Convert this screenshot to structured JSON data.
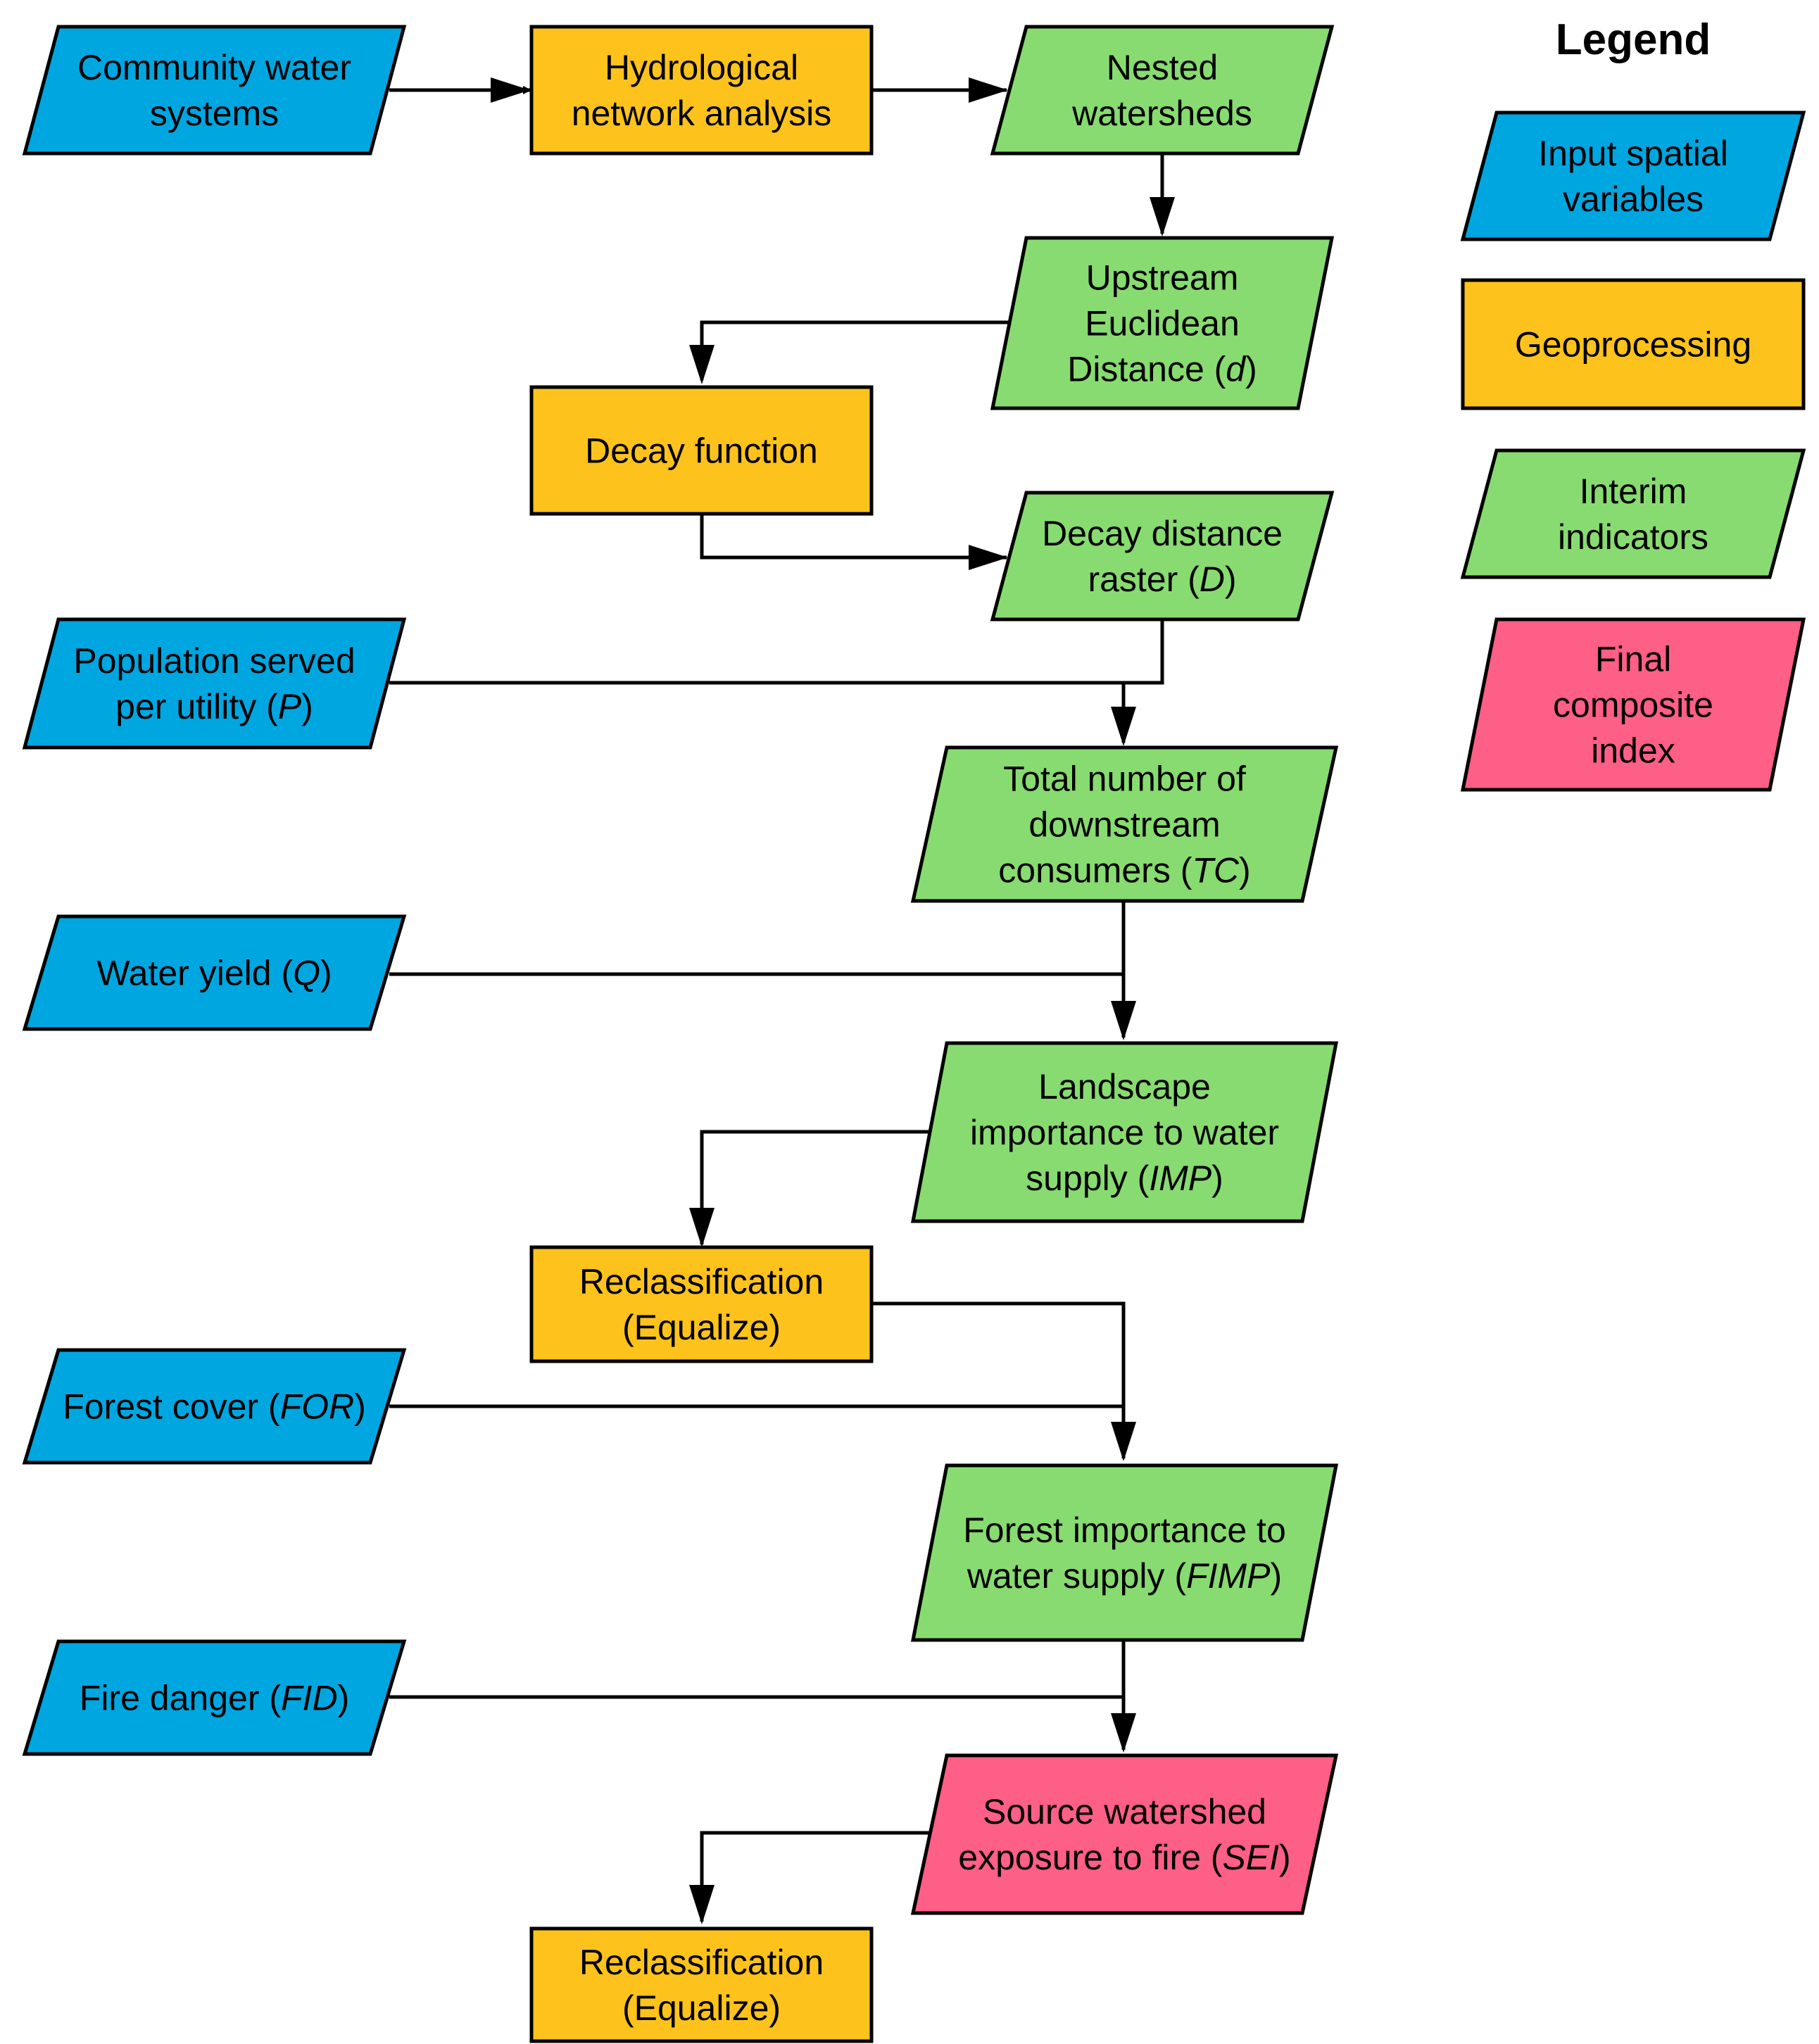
{
  "colors": {
    "input": "#00a6e0",
    "geoprocessing": "#fdc31c",
    "interim": "#88db70",
    "final": "#fe5f86",
    "stroke": "#000000"
  },
  "legend": {
    "title": "Legend",
    "items": [
      {
        "kind": "input",
        "shape": "parallelogram",
        "lines": [
          [
            "Input spatial"
          ],
          [
            "variables"
          ]
        ]
      },
      {
        "kind": "geoprocessing",
        "shape": "rectangle",
        "lines": [
          [
            "Geoprocessing"
          ]
        ]
      },
      {
        "kind": "interim",
        "shape": "parallelogram",
        "lines": [
          [
            "Interim"
          ],
          [
            "indicators"
          ]
        ]
      },
      {
        "kind": "final",
        "shape": "parallelogram",
        "lines": [
          [
            "Final"
          ],
          [
            "composite"
          ],
          [
            "index"
          ]
        ]
      }
    ]
  },
  "nodes": {
    "community_water_systems": {
      "kind": "input",
      "shape": "parallelogram",
      "lines": [
        [
          "Community water"
        ],
        [
          "systems"
        ]
      ]
    },
    "hydrological_network_analysis": {
      "kind": "geoprocessing",
      "shape": "rectangle",
      "lines": [
        [
          "Hydrological"
        ],
        [
          "network analysis"
        ]
      ]
    },
    "nested_watersheds": {
      "kind": "interim",
      "shape": "parallelogram",
      "lines": [
        [
          "Nested"
        ],
        [
          "watersheds"
        ]
      ]
    },
    "upstream_euclidean_distance": {
      "kind": "interim",
      "shape": "parallelogram",
      "lines": [
        [
          "Upstream"
        ],
        [
          "Euclidean"
        ],
        [
          "Distance (",
          "|d",
          ")"
        ]
      ]
    },
    "decay_function": {
      "kind": "geoprocessing",
      "shape": "rectangle",
      "lines": [
        [
          "Decay function"
        ]
      ]
    },
    "decay_distance_raster": {
      "kind": "interim",
      "shape": "parallelogram",
      "lines": [
        [
          "Decay distance"
        ],
        [
          "raster (",
          "|D",
          ")"
        ]
      ]
    },
    "population_served": {
      "kind": "input",
      "shape": "parallelogram",
      "lines": [
        [
          "Population served"
        ],
        [
          "per utility (",
          "|P",
          ")"
        ]
      ]
    },
    "total_downstream_consumers": {
      "kind": "interim",
      "shape": "parallelogram",
      "lines": [
        [
          "Total number of"
        ],
        [
          "downstream"
        ],
        [
          "consumers (",
          "|TC",
          ")"
        ]
      ]
    },
    "water_yield": {
      "kind": "input",
      "shape": "parallelogram",
      "lines": [
        [
          "Water yield (",
          "|Q",
          ")"
        ]
      ]
    },
    "landscape_importance": {
      "kind": "interim",
      "shape": "parallelogram",
      "lines": [
        [
          "Landscape"
        ],
        [
          "importance to water"
        ],
        [
          "supply (",
          "|IMP",
          ")"
        ]
      ]
    },
    "reclassification_1": {
      "kind": "geoprocessing",
      "shape": "rectangle",
      "lines": [
        [
          "Reclassification"
        ],
        [
          "(Equalize)"
        ]
      ]
    },
    "forest_cover": {
      "kind": "input",
      "shape": "parallelogram",
      "lines": [
        [
          "Forest cover (",
          "|FOR",
          ")"
        ]
      ]
    },
    "forest_importance": {
      "kind": "interim",
      "shape": "parallelogram",
      "lines": [
        [
          "Forest importance to"
        ],
        [
          "water supply (",
          "|FIMP",
          ")"
        ]
      ]
    },
    "fire_danger": {
      "kind": "input",
      "shape": "parallelogram",
      "lines": [
        [
          "Fire danger (",
          "|FID",
          ")"
        ]
      ]
    },
    "source_watershed_exposure": {
      "kind": "final",
      "shape": "parallelogram",
      "lines": [
        [
          "Source watershed"
        ],
        [
          "exposure to fire (",
          "|SEI",
          ")"
        ]
      ]
    },
    "reclassification_2": {
      "kind": "geoprocessing",
      "shape": "rectangle",
      "lines": [
        [
          "Reclassification"
        ],
        [
          "(Equalize)"
        ]
      ]
    }
  }
}
